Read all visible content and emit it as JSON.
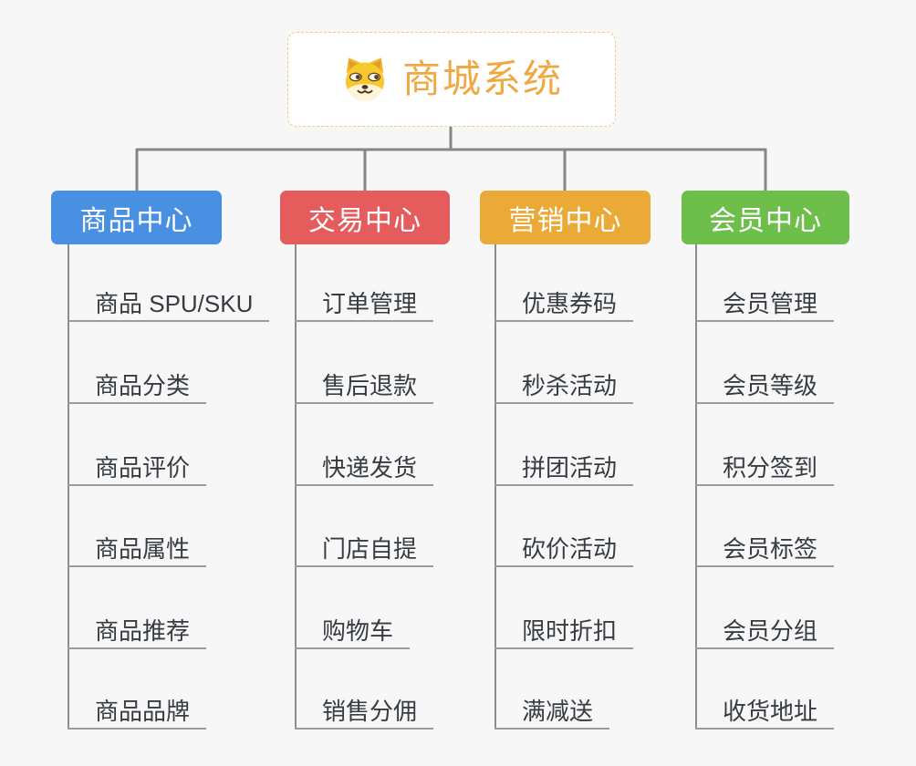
{
  "background_color": "#f7f7f7",
  "connector_color": "#868686",
  "underline_color": "#9b9b9b",
  "leaf_text_color": "#363c42",
  "root": {
    "title": "商城系统",
    "color": "#F0A843",
    "border_color": "#f3c87a",
    "icon": "doge-face-icon"
  },
  "branches": [
    {
      "label": "商品中心",
      "color": "#4A90E2",
      "items": [
        "商品 SPU/SKU",
        "商品分类",
        "商品评价",
        "商品属性",
        "商品推荐",
        "商品品牌"
      ]
    },
    {
      "label": "交易中心",
      "color": "#E55C5C",
      "items": [
        "订单管理",
        "售后退款",
        "快递发货",
        "门店自提",
        "购物车",
        "销售分佣"
      ]
    },
    {
      "label": "营销中心",
      "color": "#EBA938",
      "items": [
        "优惠券码",
        "秒杀活动",
        "拼团活动",
        "砍价活动",
        "限时折扣",
        "满减送"
      ]
    },
    {
      "label": "会员中心",
      "color": "#6EBE4B",
      "items": [
        "会员管理",
        "会员等级",
        "积分签到",
        "会员标签",
        "会员分组",
        "收货地址"
      ]
    }
  ]
}
